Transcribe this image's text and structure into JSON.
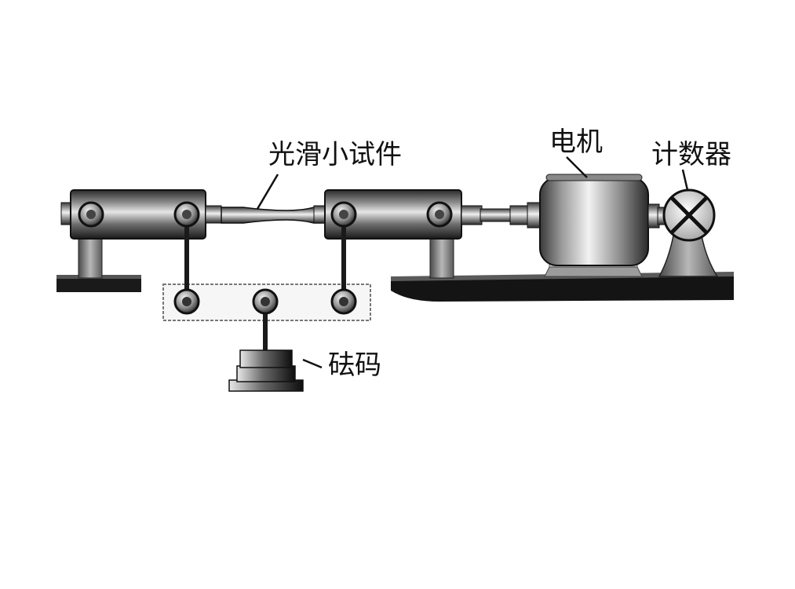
{
  "labels": {
    "specimen": "光滑小试件",
    "motor": "电机",
    "counter": "计数器",
    "weight": "砝码"
  }
}
